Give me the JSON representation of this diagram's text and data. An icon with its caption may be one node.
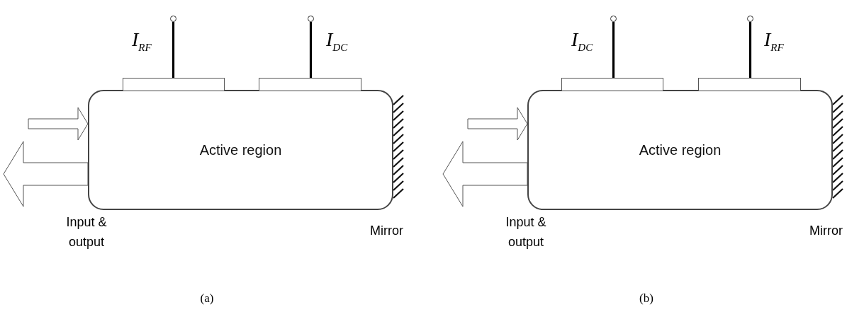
{
  "diagram": {
    "nodes": [
      {
        "text": [],
        "shape": "circle",
        "beside": [
          "I$_{RF}$"
        ]
      },
      {
        "text": [],
        "shape": "circle",
        "beside": [
          "I$_{DC}$"
        ]
      },
      {
        "text": [],
        "shape": "circle",
        "beside": [
          "I$_{DC}$"
        ]
      },
      {
        "text": [],
        "shape": "circle",
        "beside": [
          "I$_{RF}$"
        ]
      },
      {
        "text": [],
        "shape": "box"
      },
      {
        "text": [],
        "shape": "box"
      },
      {
        "text": [],
        "shape": "box"
      },
      {
        "text": [],
        "shape": "box"
      },
      {
        "text": [
          "Active region"
        ]
      },
      {
        "text": [
          "Active region"
        ]
      }
    ],
    "edges": [
      {
        "from": 0,
        "to": 4,
        "arrow": "none"
      },
      {
        "from": 1,
        "to": 5,
        "arrow": "none"
      },
      {
        "from": 2,
        "to": 6,
        "arrow": "none"
      },
      {
        "from": 3,
        "to": 7,
        "arrow": "none"
      },
      {
        "from": null,
        "to": 8,
        "arrow": "to"
      },
      {
        "from": 8,
        "to": null,
        "arrow": "to"
      },
      {
        "from": null,
        "to": 9,
        "arrow": "to"
      },
      {
        "from": 9,
        "to": null,
        "arrow": "to"
      }
    ],
    "labels": [
      "Input & output",
      "Mirror",
      "(a)",
      "Input & output",
      "Mirror",
      "(b)"
    ]
  }
}
